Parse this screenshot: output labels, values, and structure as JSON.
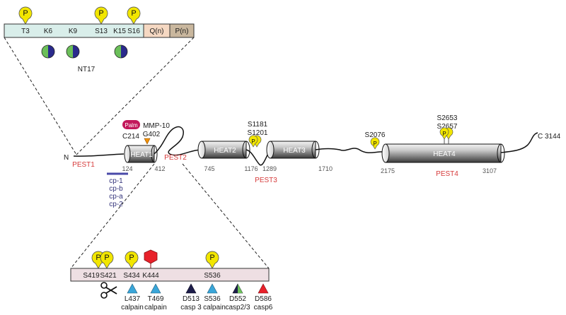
{
  "top_bar": {
    "sites": [
      "T3",
      "K6",
      "K9",
      "S13",
      "K15",
      "S16"
    ],
    "q_label": "Q(n)",
    "p_label": "P(n)",
    "nt17_label": "NT17",
    "phospho_symbol": "P"
  },
  "protein": {
    "n_label": "N",
    "c_label": "C 3144",
    "heat_domains": [
      {
        "label": "HEAT1",
        "start": "124",
        "end": "412"
      },
      {
        "label": "HEAT2",
        "start": "745",
        "end": "1176"
      },
      {
        "label": "HEAT3",
        "start": "1289",
        "end": "1710"
      },
      {
        "label": "HEAT4",
        "start": "2175",
        "end": "3107"
      }
    ],
    "pest": [
      "PEST1",
      "PEST2",
      "PEST3",
      "PEST4"
    ],
    "palm_label": "Palm",
    "c214_label": "C214",
    "mmp10_label": "MMP-10",
    "g402_label": "G402",
    "s1181_label": "S1181",
    "s1201_label": "S1201",
    "s2076_label": "S2076",
    "s2653_label": "S2653",
    "s2657_label": "S2657",
    "cp_fragments": [
      "cp-1",
      "cp-b",
      "cp-a",
      "cp-2"
    ]
  },
  "bottom_bar": {
    "sites": [
      "S419",
      "S421",
      "S434",
      "K444",
      "S536"
    ],
    "cleavage": [
      {
        "site": "L437",
        "enzyme": "calpain"
      },
      {
        "site": "T469",
        "enzyme": "calpain"
      },
      {
        "site": "D513",
        "enzyme": "casp 3"
      },
      {
        "site": "S536",
        "enzyme": "calpain"
      },
      {
        "site": "D552",
        "enzyme": "casp2/3"
      },
      {
        "site": "D586",
        "enzyme": "casp6"
      }
    ]
  },
  "colors": {
    "phospho_yellow": "#f2e600",
    "acetyl_green": "#6bbf59",
    "ubiquitin_blue": "#2a2a8c",
    "sumo_red": "#e8212a",
    "palm_magenta": "#c2185b",
    "mmp_orange": "#f39200",
    "calpain_cyan": "#3aa6d9",
    "casp3_navy": "#1d1d4a",
    "casp6_red": "#e8212a",
    "pest_red": "#d63a3a",
    "cp_blue": "#33337a"
  }
}
